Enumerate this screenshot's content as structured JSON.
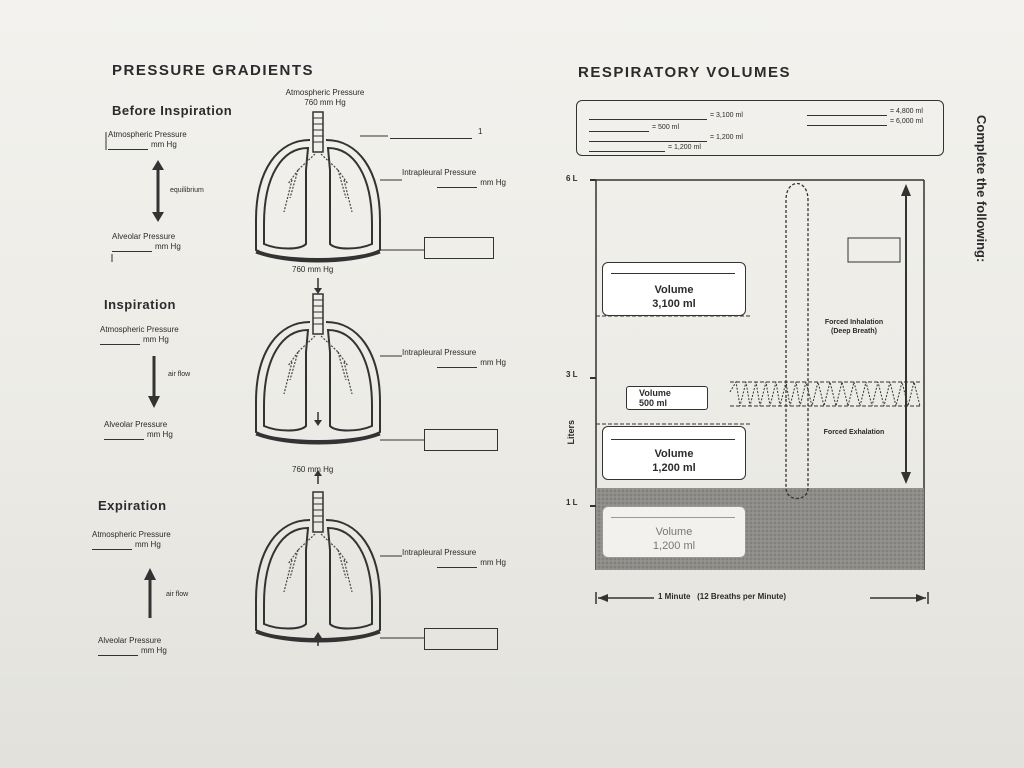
{
  "pressure": {
    "title": "PRESSURE GRADIENTS",
    "before": {
      "heading": "Before Inspiration",
      "atm_top_1": "Atmospheric Pressure",
      "atm_top_2": "760 mm Hg",
      "atm_label": "Atmospheric Pressure",
      "atm_unit": "mm Hg",
      "flow": "equilibrium",
      "alv_label": "Alveolar Pressure",
      "alv_unit": "mm Hg",
      "intra_label": "Intrapleural Pressure",
      "intra_unit": "mm Hg",
      "mark": "1"
    },
    "inspiration": {
      "heading": "Inspiration",
      "atm_top": "760 mm Hg",
      "atm_label": "Atmospheric Pressure",
      "atm_unit": "mm Hg",
      "flow": "air flow",
      "alv_label": "Alveolar Pressure",
      "alv_unit": "mm Hg",
      "intra_label": "Intrapleural Pressure",
      "intra_unit": "mm Hg"
    },
    "expiration": {
      "heading": "Expiration",
      "atm_top": "760 mm Hg",
      "atm_label": "Atmospheric Pressure",
      "atm_unit": "mm Hg",
      "flow": "air flow",
      "alv_label": "Alveolar Pressure",
      "alv_unit": "mm Hg",
      "intra_label": "Intrapleural Pressure",
      "intra_unit": "mm Hg"
    }
  },
  "volumes": {
    "title": "RESPIRATORY VOLUMES",
    "legend": {
      "v500": "= 500 ml",
      "v3100": "= 3,100 ml",
      "v1200a": "= 1,200 ml",
      "v1200b": "= 1,200 ml",
      "v4800": "= 4,800 ml",
      "v6000": "= 6,000 ml"
    },
    "side_text": "Complete the following:",
    "yticks": [
      "6 L",
      "3 L",
      "1 L"
    ],
    "yaxis": "Liters",
    "vol3100": {
      "name": "Volume",
      "value": "3,100 ml"
    },
    "vol500": {
      "name": "Volume",
      "value": "500 ml"
    },
    "vol1200a": {
      "name": "Volume",
      "value": "1,200 ml"
    },
    "vol1200b": {
      "name": "Volume",
      "value": "1,200 ml"
    },
    "forced_inhale": "Forced Inhalation (Deep Breath)",
    "forced_exhale": "Forced Exhalation",
    "xaxis": "1 Minute   (12 Breaths per Minute)"
  }
}
